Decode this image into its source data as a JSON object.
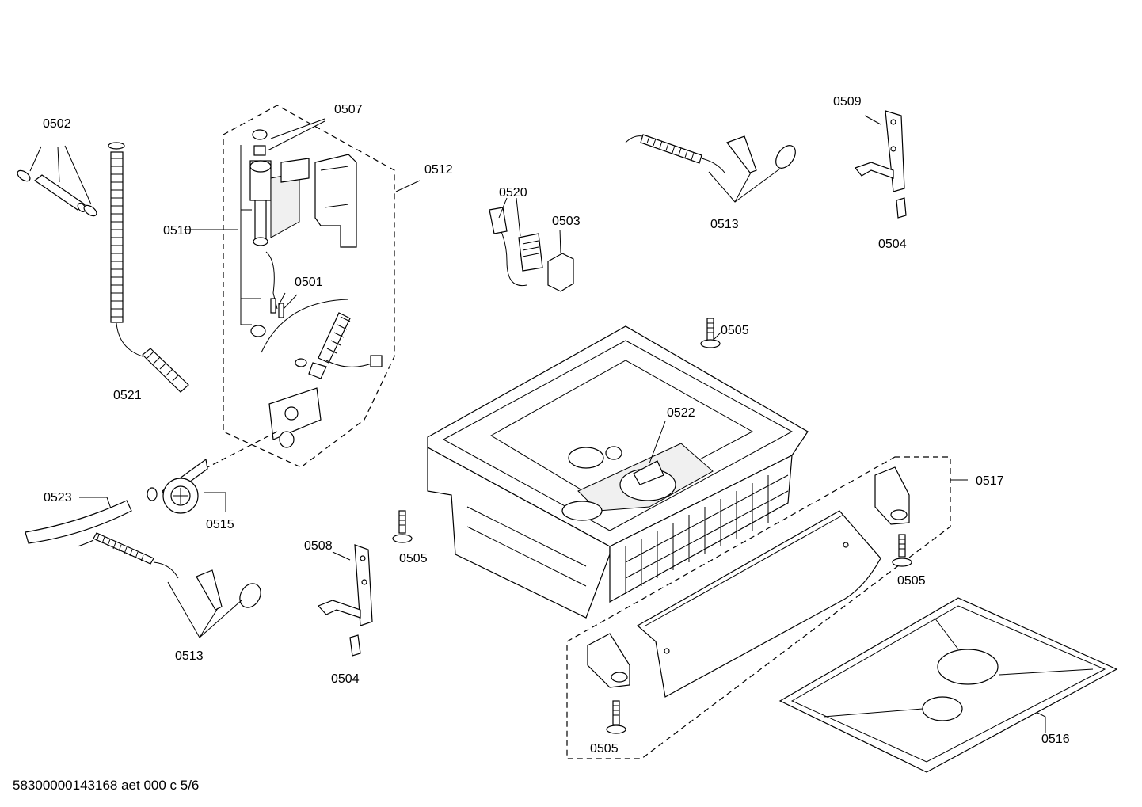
{
  "footer": "58300000143168 aet 000 c 5/6",
  "labels": {
    "p0502": "0502",
    "p0507": "0507",
    "p0512": "0512",
    "p0510": "0510",
    "p0501": "0501",
    "p0521": "0521",
    "p0520": "0520",
    "p0503": "0503",
    "p0513a": "0513",
    "p0509": "0509",
    "p0504a": "0504",
    "p0505a": "0505",
    "p0522": "0522",
    "p0517": "0517",
    "p0523": "0523",
    "p0515": "0515",
    "p0508": "0508",
    "p0505b": "0505",
    "p0505c": "0505",
    "p0513b": "0513",
    "p0504b": "0504",
    "p0505d": "0505",
    "p0516": "0516"
  }
}
